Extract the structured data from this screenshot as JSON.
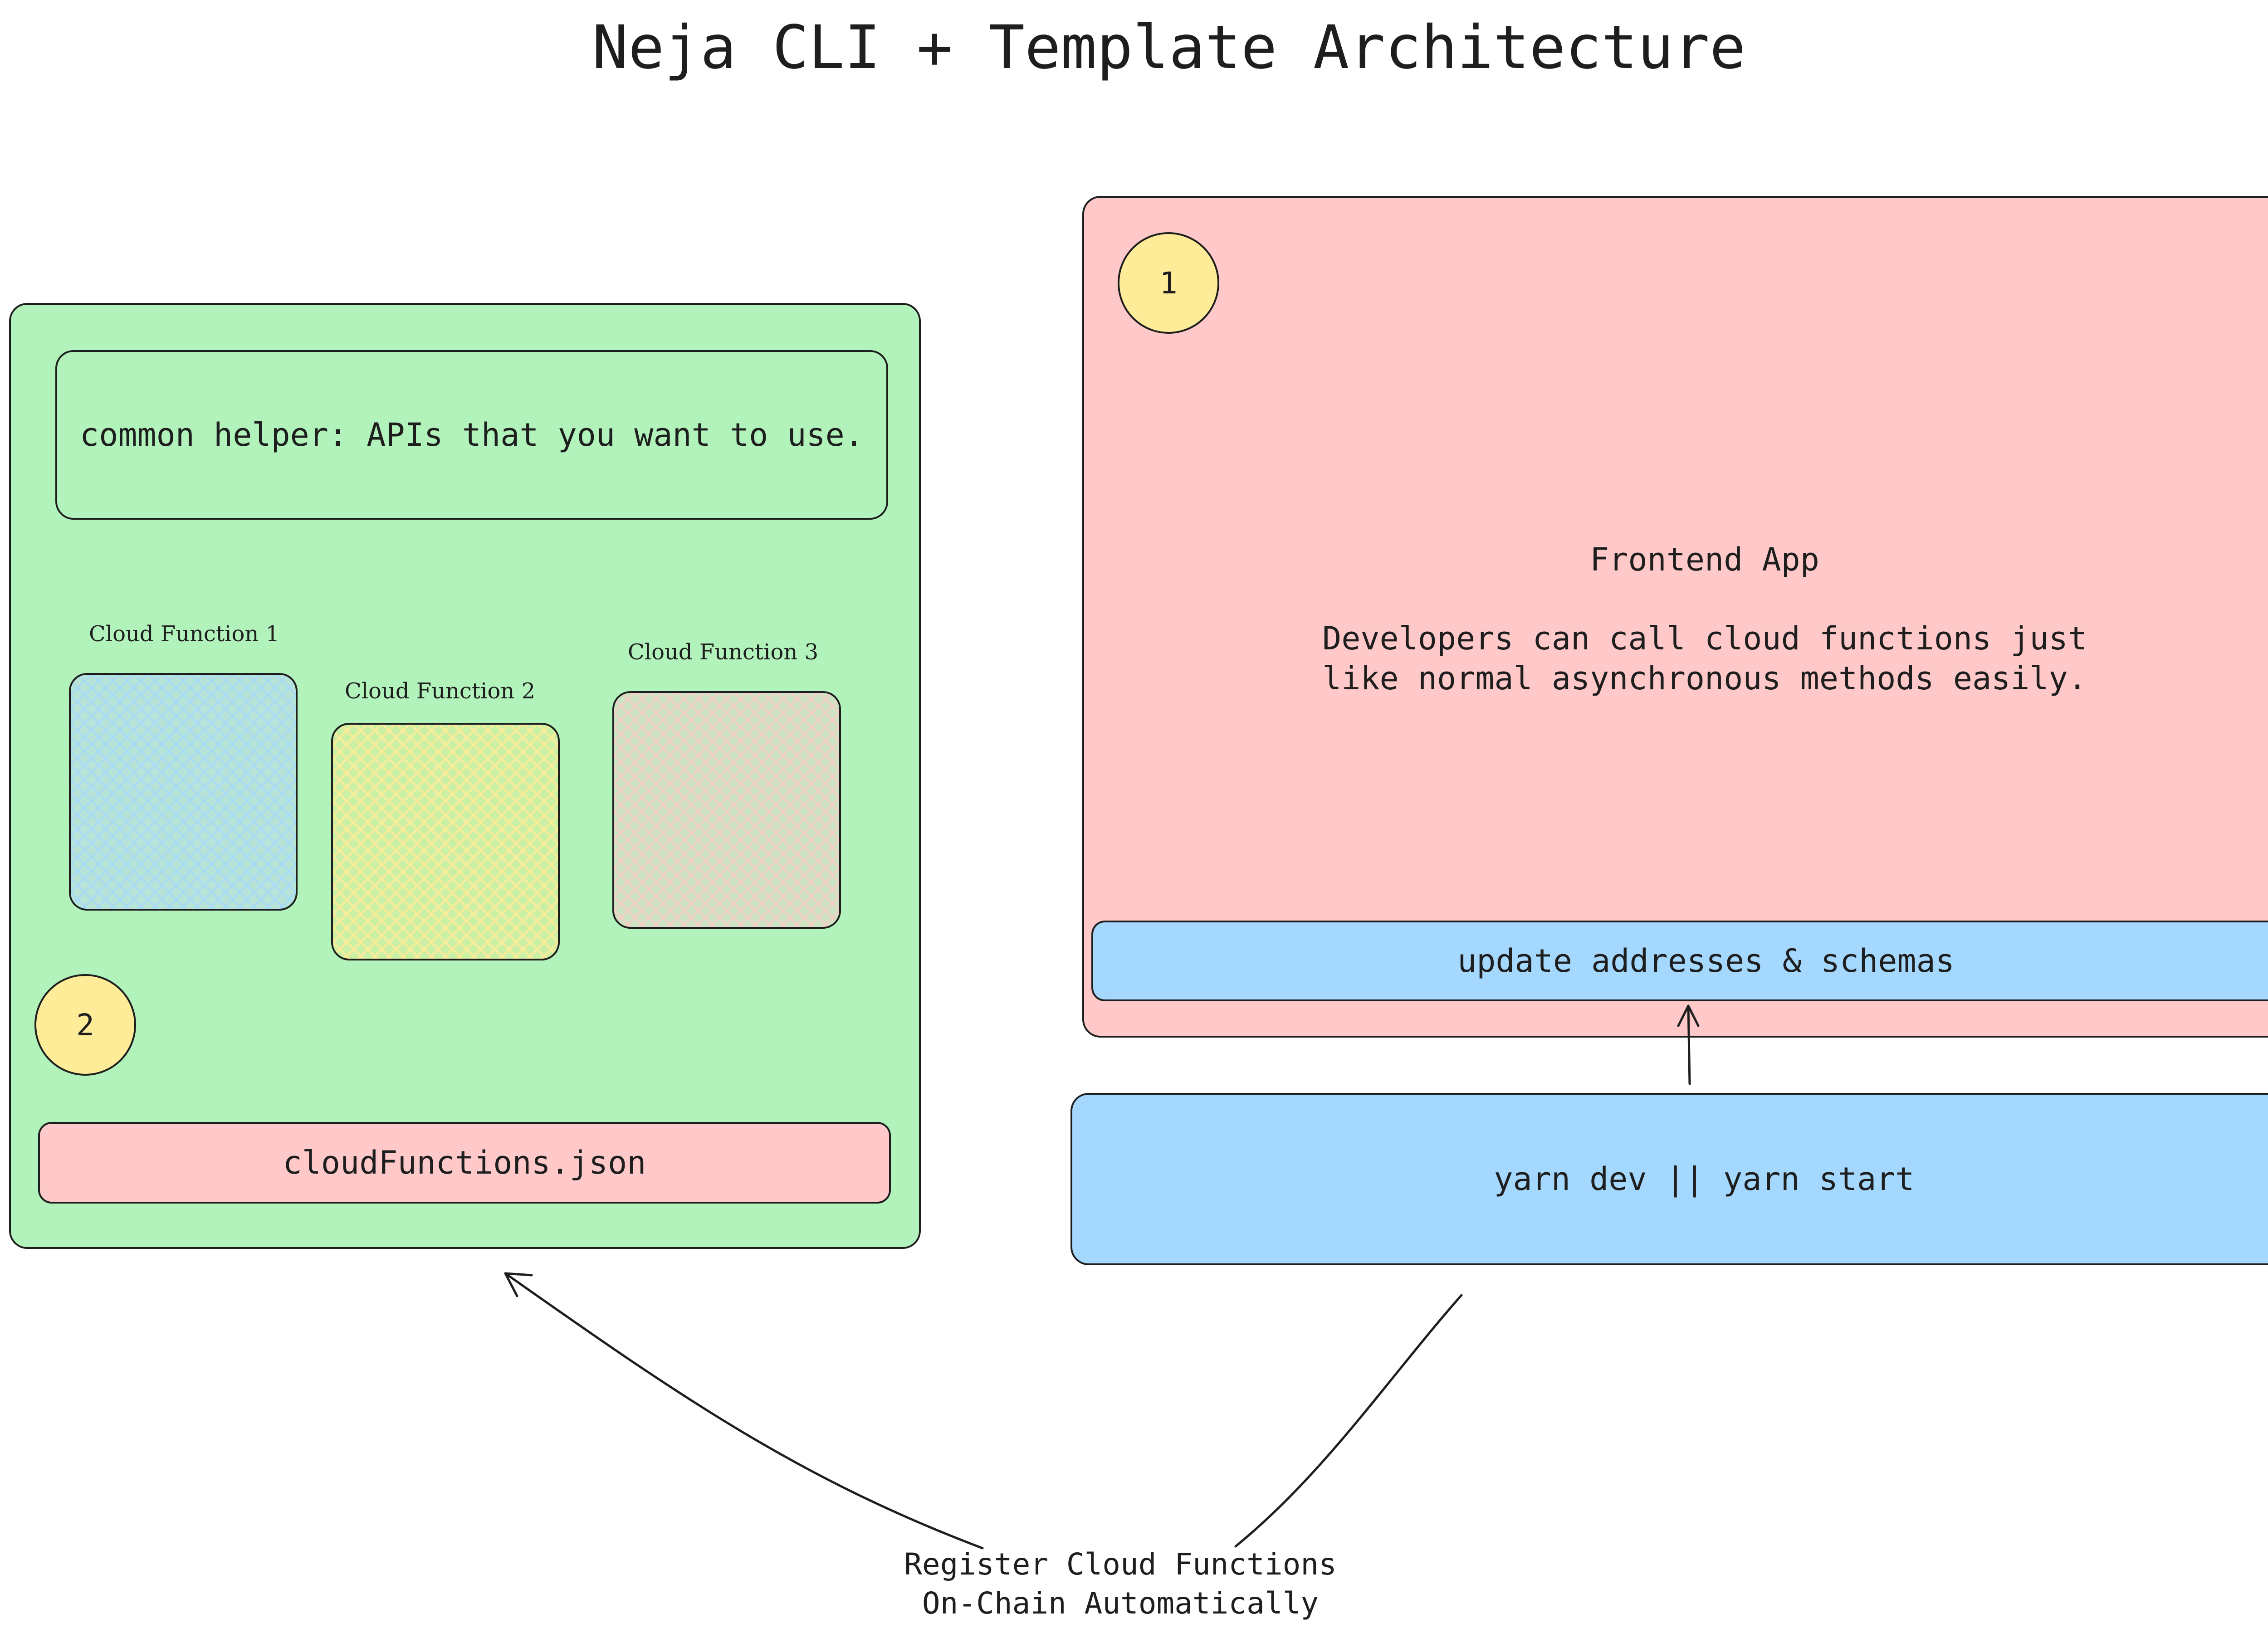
{
  "title": "Neja CLI + Template Architecture",
  "template_panel": {
    "helper_label": "common helper: APIs that you want to use.",
    "cloud_functions": [
      {
        "label": "Cloud Function 1"
      },
      {
        "label": "Cloud Function 2"
      },
      {
        "label": "Cloud Function 3"
      }
    ],
    "badge": "2",
    "config_file": "cloudFunctions.json"
  },
  "frontend_panel": {
    "badge": "1",
    "title": "Frontend App",
    "description": "Developers can call cloud functions just\nlike normal asynchronous methods easily.",
    "update_label": "update addresses & schemas"
  },
  "command_label": "yarn dev || yarn start",
  "register_label": "Register Cloud Functions\nOn-Chain Automatically",
  "colors": {
    "green_panel": "#b2f2bb",
    "pink_panel": "#ffc9c9",
    "blue_panel": "#a5d8ff",
    "badge_yellow": "#ffec99",
    "stroke": "#1e1e1e"
  }
}
